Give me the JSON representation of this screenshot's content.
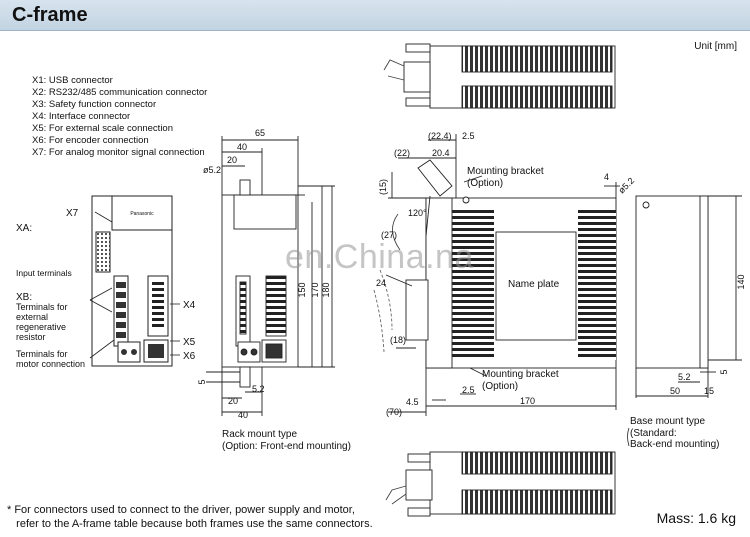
{
  "header": {
    "title": "C-frame"
  },
  "unit": "Unit [mm]",
  "connectors": [
    "X1: USB connector",
    "X2: RS232/485 communication connector",
    "X3: Safety function connector",
    "X4: Interface connector",
    "X5: For external scale connection",
    "X6: For encoder connection",
    "X7: For analog monitor signal connection"
  ],
  "front_labels": {
    "x7": "X7",
    "xa": "XA:",
    "xa_sub": "Input terminals",
    "xb": "XB:",
    "xb_lines": [
      "Terminals for",
      "external",
      "regenerative",
      "resistor"
    ],
    "motor_lines": [
      "Terminals for",
      "motor connection"
    ],
    "x4": "X4",
    "x5": "X5",
    "x6": "X6",
    "brand": "Panasonic"
  },
  "rack_view": {
    "dims": {
      "w65": "65",
      "w40top": "40",
      "w20top": "20",
      "phi": "ø5.2",
      "h150": "150",
      "h170": "170",
      "h180": "180",
      "d5": "5",
      "w52": "5.2",
      "w20bot": "20",
      "w40bot": "40"
    },
    "caption_lines": [
      "Rack mount type",
      "(Option: Front-end mounting)"
    ]
  },
  "side_view": {
    "dims": {
      "d224": "(22.4)",
      "d25top": "2.5",
      "d22": "(22)",
      "d204": "20.4",
      "d15": "(15)",
      "d120": "120°",
      "d27": "(27)",
      "d24": "24",
      "d18": "(18)",
      "d45": "4.5",
      "d25bot": "2.5",
      "d70": "(70)",
      "d170": "170",
      "d4": "4",
      "phi": "ø5.2"
    },
    "bracket_top": [
      "Mounting bracket",
      "(Option)"
    ],
    "bracket_bottom": [
      "Mounting bracket",
      "(Option)"
    ],
    "name_plate": "Name plate"
  },
  "base_view": {
    "dims": {
      "h140": "140",
      "w52": "5.2",
      "w50": "50",
      "w15": "15",
      "d5": "5"
    },
    "caption_lines": [
      "Base mount type",
      "(Standard:",
      "Back-end mounting)"
    ]
  },
  "note_lines": [
    "* For connectors used to connect to the driver, power supply and motor,",
    "   refer to the A-frame table because both frames use the same connectors."
  ],
  "mass": "Mass: 1.6 kg",
  "watermark": "en.China.na"
}
